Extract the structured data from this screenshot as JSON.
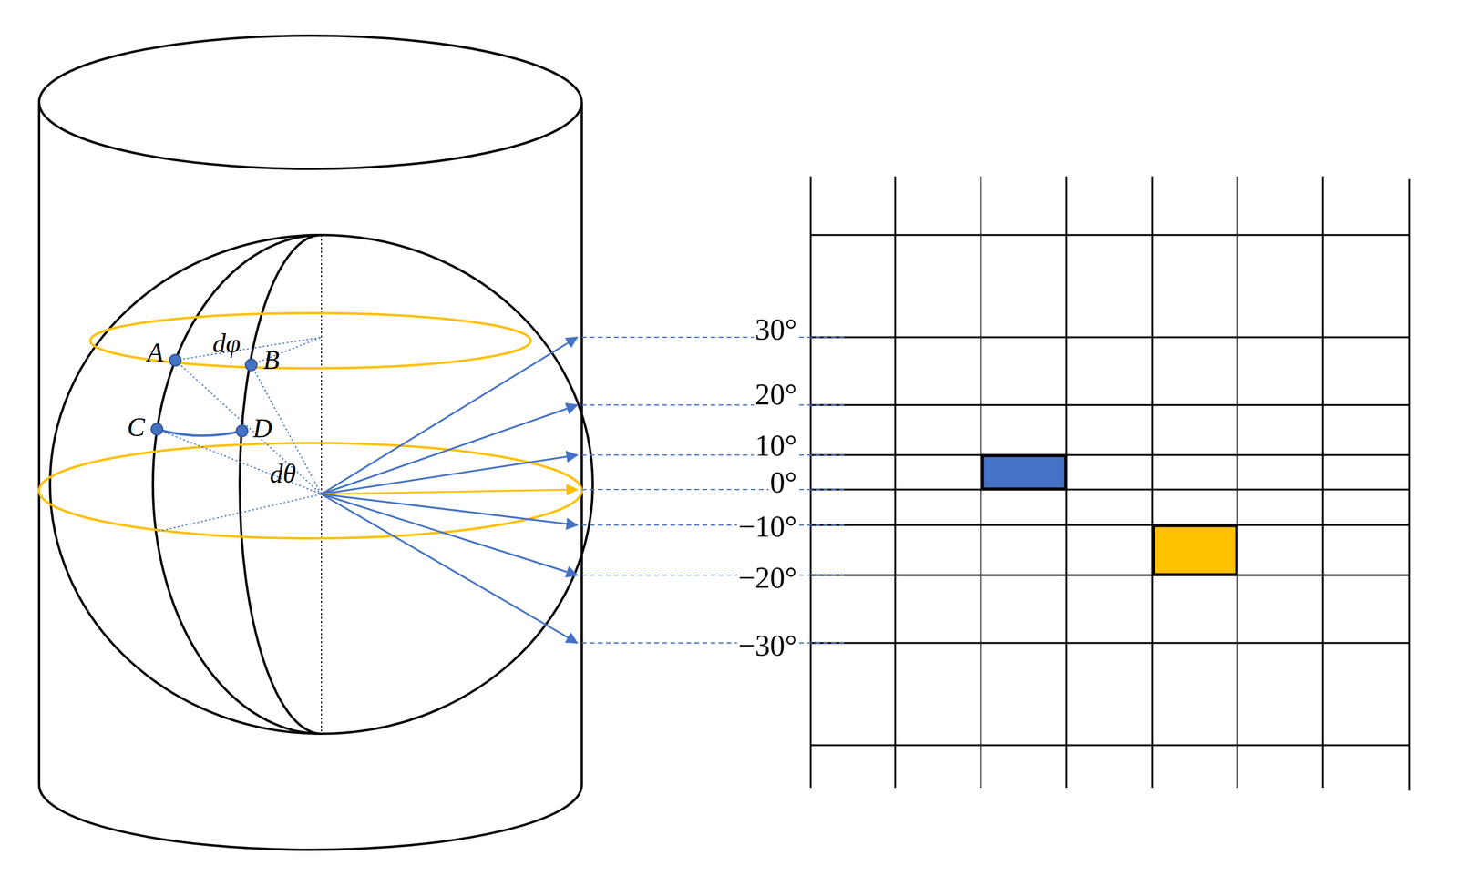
{
  "diagram": {
    "labels": [
      "A",
      "dφ",
      "B",
      "C",
      "D",
      "dθ",
      "30°",
      "20°",
      "10°",
      "0°",
      "−10°",
      "−20°",
      "−30°"
    ]
  }
}
